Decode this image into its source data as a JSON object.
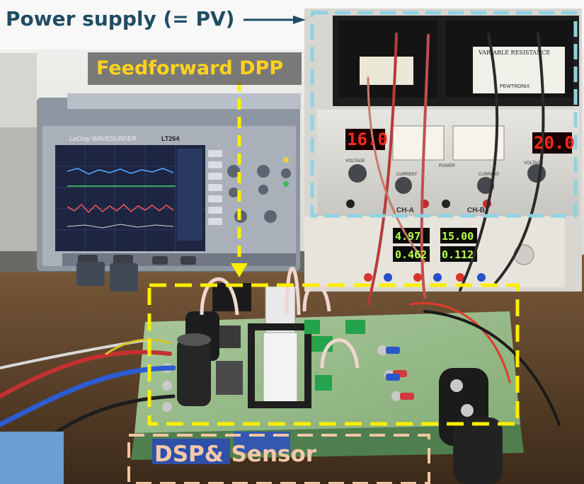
{
  "labels": {
    "power_supply": "Power supply (= PV)",
    "feedforward": "Feedforward DPP",
    "dsp_sensor": "DSP& Sensor"
  },
  "equipment": {
    "scope_brand": "LeCroy WAVESURFER",
    "scope_model": "LT264",
    "resistor_title": "VARIABLE RESISTANCE",
    "resistor_brand": "PEWTRONIX",
    "psu_left_display": "16.0",
    "psu_right_display": "20.0",
    "meter_top_left": "4.97",
    "meter_top_right": "15.00",
    "meter_bottom_left": "0.462",
    "meter_bottom_right": "0.112",
    "ch_a": "CH-A",
    "ch_b": "CH-B",
    "voltage": "VOLTAGE",
    "current": "CURRENT",
    "power": "POWER"
  },
  "colors": {
    "label_text": "#1f4d63",
    "feedforward_text": "#ffd21c",
    "dsp_text": "#f4c8a8",
    "dash_blue": "#8fd3e3",
    "dash_yellow": "#ffee00",
    "dash_peach": "#f3c6a3"
  }
}
